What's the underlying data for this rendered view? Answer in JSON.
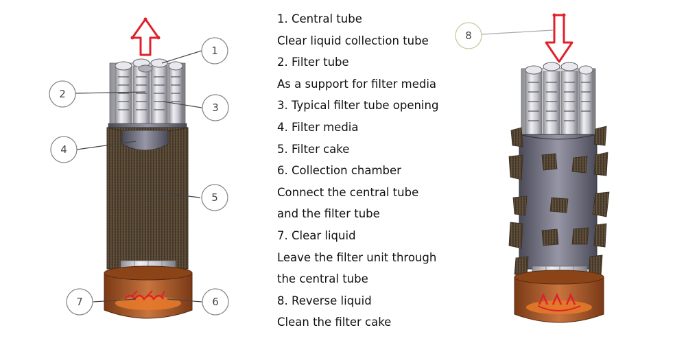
{
  "legend": [
    "1. Central tube",
    "Clear liquid collection tube",
    "2. Filter tube",
    "As a support for filter media",
    "3. Typical filter tube opening",
    "4. Filter media",
    "5. Filter cake",
    "6. Collection chamber",
    "Connect the central tube",
    "and the filter tube",
    "7. Clear liquid",
    "Leave the filter unit through",
    "the central tube",
    "8. Reverse liquid",
    "Clean the filter cake"
  ],
  "callouts": {
    "c1": "1",
    "c2": "2",
    "c3": "3",
    "c4": "4",
    "c5": "5",
    "c6": "6",
    "c7": "7",
    "c8": "8"
  },
  "colors": {
    "filter_cake": "#5a4a36",
    "tube_silver": "#c9c9d0",
    "chamber_copper": "#b5632e",
    "arrow_red": "#e0202a",
    "callout8_ring": "#c8c8a0"
  }
}
